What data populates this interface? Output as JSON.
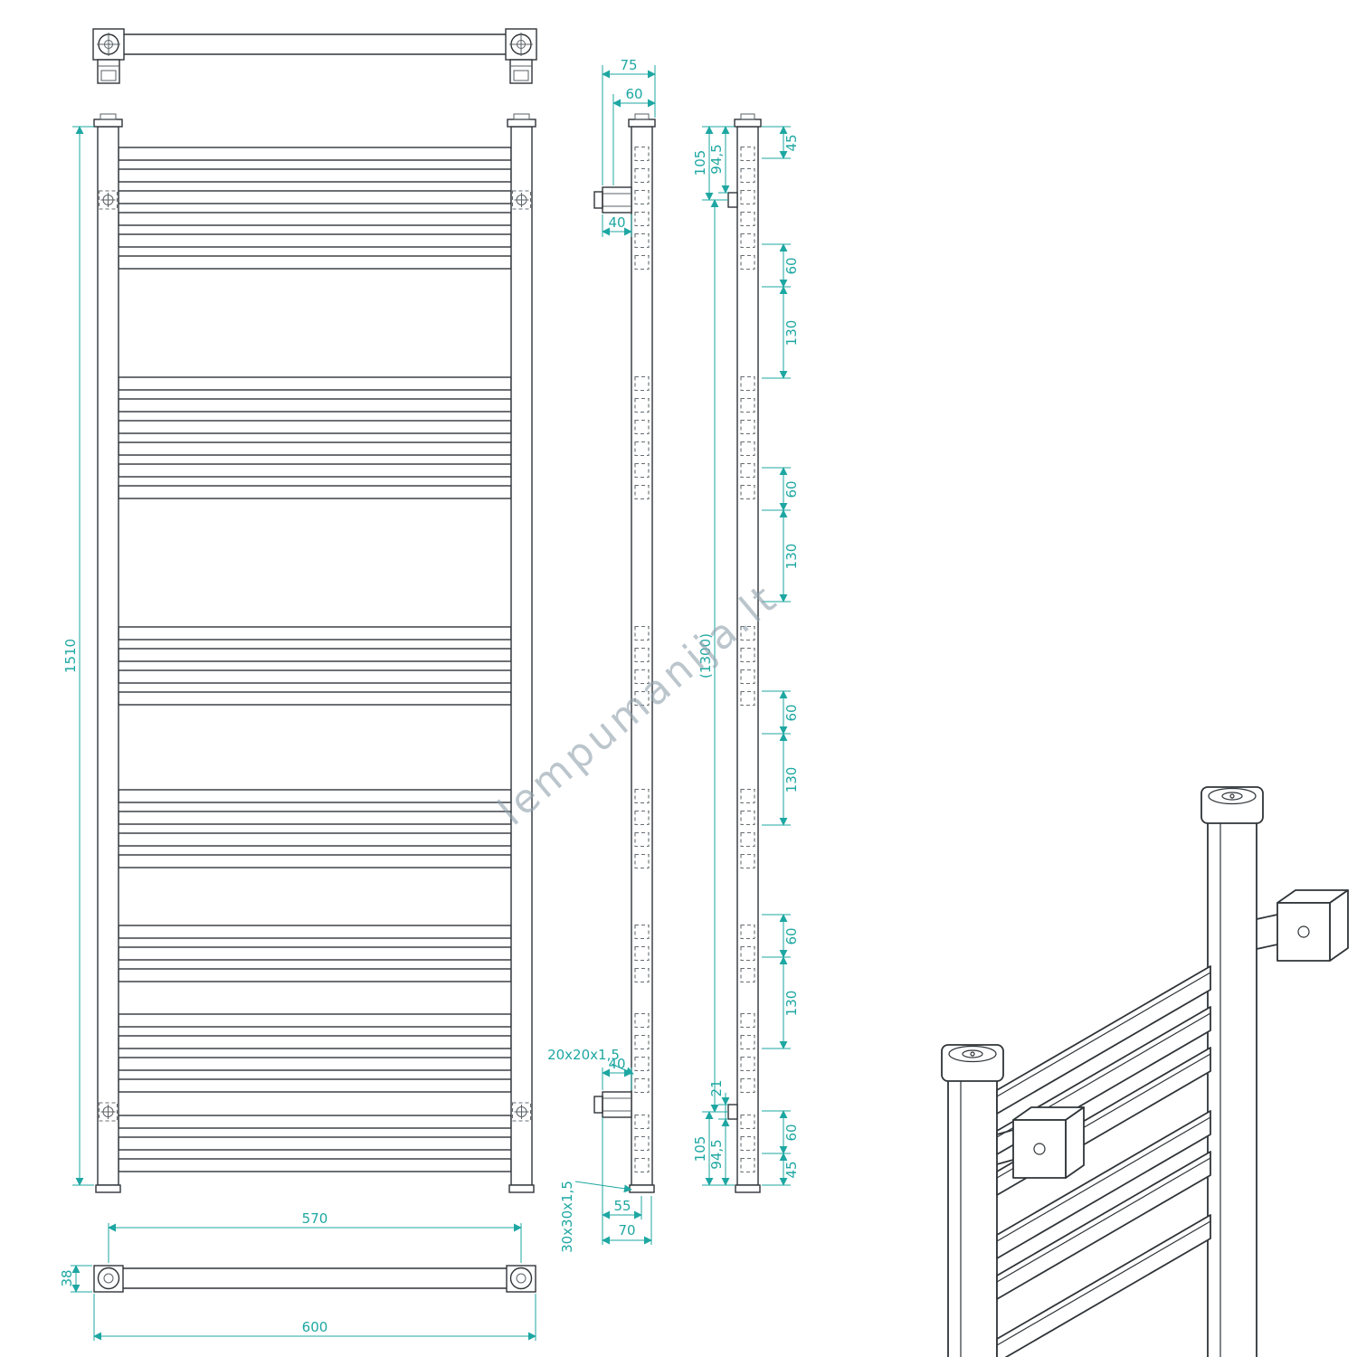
{
  "watermark": "lempumanija.lt",
  "front_view": {
    "overall_height": "1510",
    "center_width": "570",
    "overall_width": "600",
    "bottom_depth": "38"
  },
  "profile_view": {
    "overall_depth_top": "75",
    "tube_face_depth_top": "60",
    "bracket_depth_top": "40",
    "bracket_depth_bottom": "40",
    "rung_tube_spec": "20x20x1,5",
    "post_tube_spec": "30x30x1,5",
    "bottom_depth_55": "55",
    "bottom_depth_70": "70"
  },
  "pitch_view": {
    "top_offset_105": "105",
    "top_offset_945": "94,5",
    "bracket_span": "(1300)",
    "bracket_thickness": "21",
    "bottom_offset_105": "105",
    "bottom_offset_945": "94,5",
    "chain": [
      "45",
      "60",
      "130",
      "60",
      "130",
      "60",
      "130",
      "60",
      "130",
      "60",
      "45"
    ]
  }
}
